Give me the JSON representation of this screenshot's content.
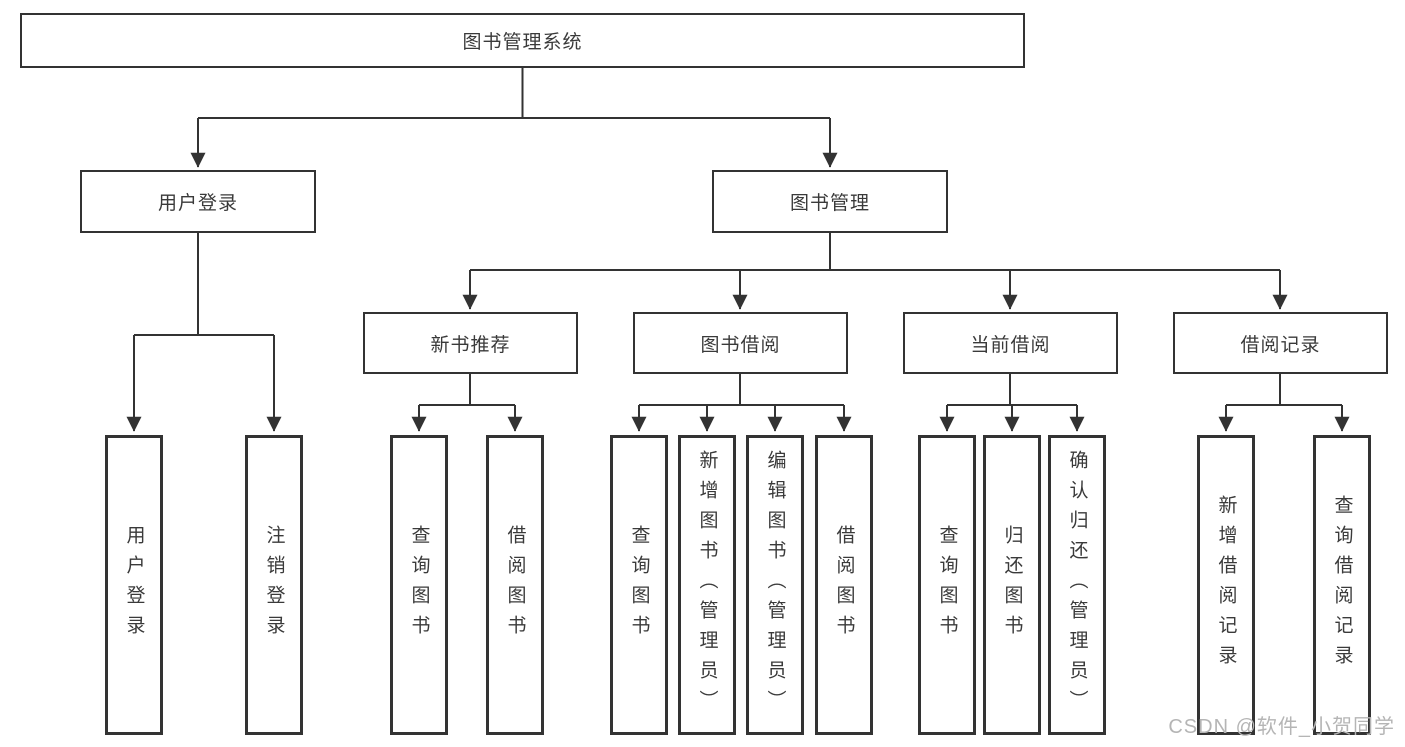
{
  "colors": {
    "line": "#333333",
    "box_border": "#333333",
    "text": "#3a3a3a",
    "background": "#ffffff",
    "watermark": "#b5b5b5"
  },
  "watermark": {
    "text": "CSDN @软件_小贺同学"
  },
  "diagram": {
    "root": {
      "label": "图书管理系统"
    },
    "level2": [
      {
        "label": "用户登录",
        "children": [
          {
            "label": "用户登录"
          },
          {
            "label": "注销登录"
          }
        ]
      },
      {
        "label": "图书管理",
        "children": [
          {
            "label": "新书推荐",
            "children": [
              {
                "label": "查询图书"
              },
              {
                "label": "借阅图书"
              }
            ]
          },
          {
            "label": "图书借阅",
            "children": [
              {
                "label": "查询图书"
              },
              {
                "label": "新增图书（管理员）"
              },
              {
                "label": "编辑图书（管理员）"
              },
              {
                "label": "借阅图书"
              }
            ]
          },
          {
            "label": "当前借阅",
            "children": [
              {
                "label": "查询图书"
              },
              {
                "label": "归还图书"
              },
              {
                "label": "确认归还（管理员）"
              }
            ]
          },
          {
            "label": "借阅记录",
            "children": [
              {
                "label": "新增借阅记录"
              },
              {
                "label": "查询借阅记录"
              }
            ]
          }
        ]
      }
    ]
  }
}
